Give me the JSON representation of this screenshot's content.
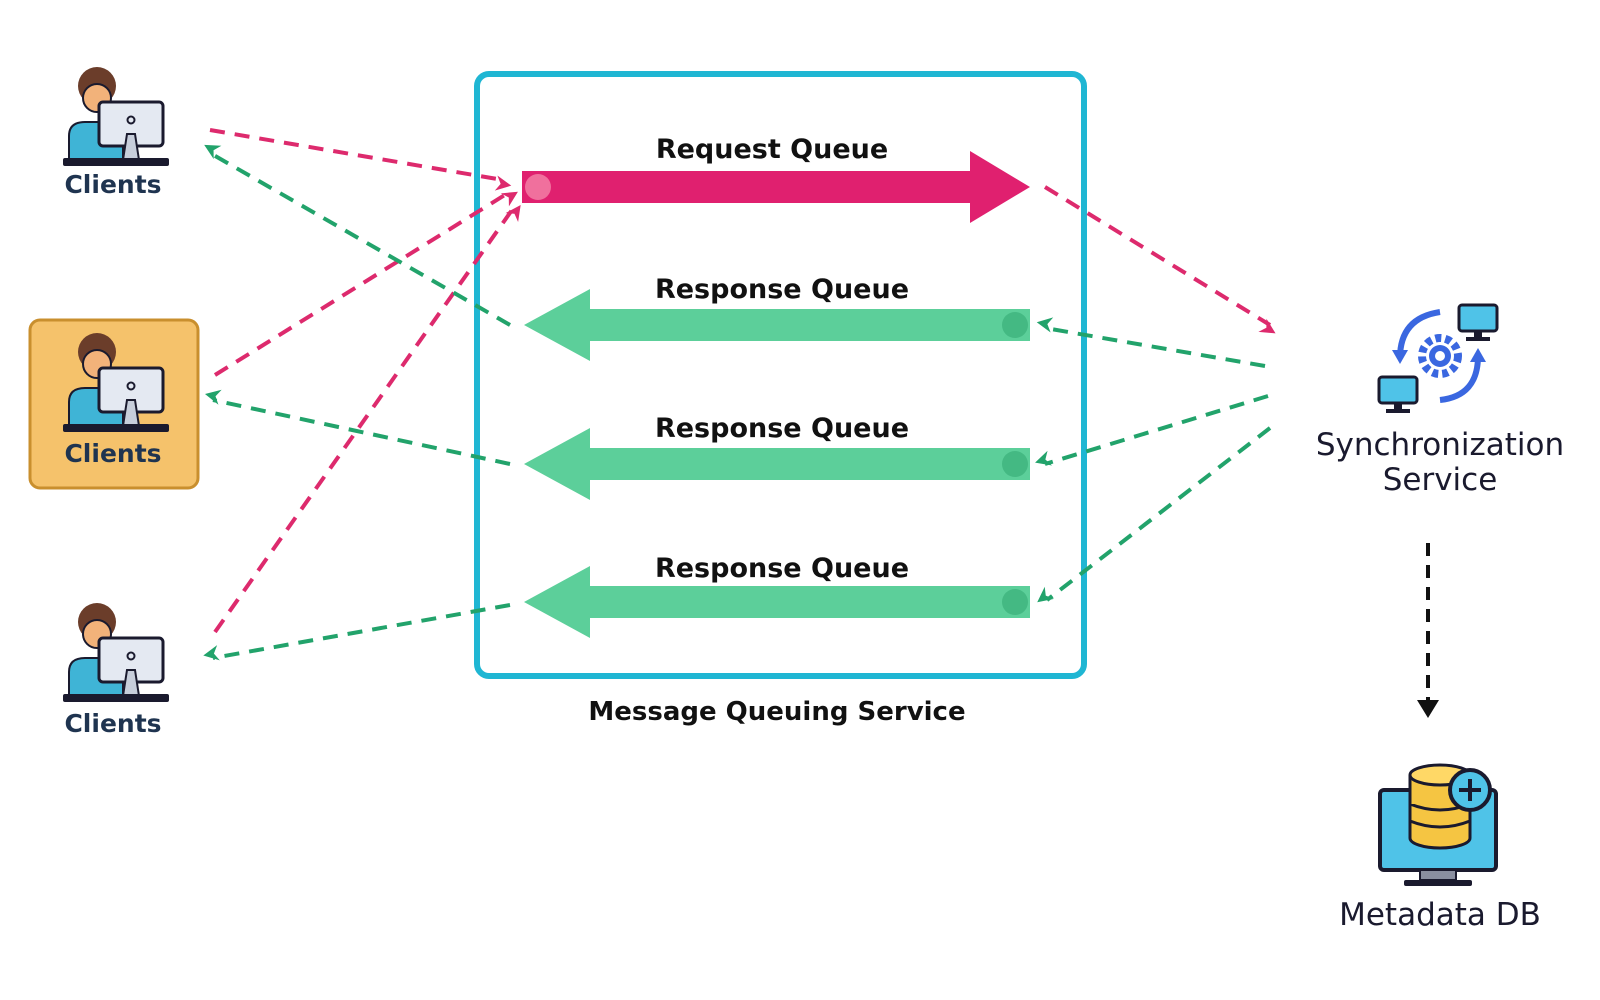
{
  "clients": [
    {
      "label": "Clients",
      "highlighted": false
    },
    {
      "label": "Clients",
      "highlighted": true
    },
    {
      "label": "Clients",
      "highlighted": false
    }
  ],
  "message_queuing_service": {
    "label": "Message Queuing Service",
    "border_color": "#1fb6d3"
  },
  "queues": [
    {
      "label": "Request Queue",
      "direction": "right",
      "color": "#e0206f"
    },
    {
      "label": "Response Queue",
      "direction": "left",
      "color": "#5ccf9a"
    },
    {
      "label": "Response Queue",
      "direction": "left",
      "color": "#5ccf9a"
    },
    {
      "label": "Response Queue",
      "direction": "left",
      "color": "#5ccf9a"
    }
  ],
  "synchronization_service": {
    "line1": "Synchronization",
    "line2": "Service"
  },
  "metadata_db": {
    "label": "Metadata DB"
  },
  "colors": {
    "request_flow": "#dd2a6d",
    "response_flow": "#22a36b",
    "highlight_fill": "#f5c26b",
    "highlight_border": "#c98f2e",
    "sync_gear": "#3a67e0",
    "db_gold": "#f5c542"
  }
}
